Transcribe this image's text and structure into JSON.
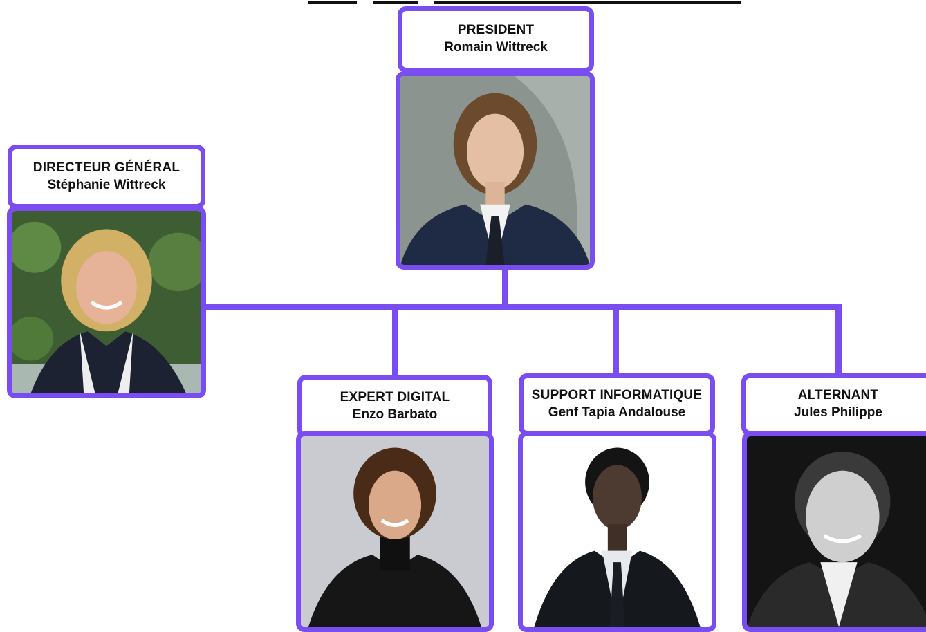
{
  "colors": {
    "accent": "#7a4df0",
    "text": "#111111"
  },
  "president": {
    "role": "PRESIDENT",
    "name": "Romain Wittreck"
  },
  "general_director": {
    "role": "DIRECTEUR GÉNÉRAL",
    "name": "Stéphanie Wittreck"
  },
  "team": [
    {
      "role": "EXPERT DIGITAL",
      "name": "Enzo Barbato"
    },
    {
      "role": "SUPPORT INFORMATIQUE",
      "name": "Genf Tapia Andalouse"
    },
    {
      "role": "ALTERNANT",
      "name": "Jules Philippe"
    }
  ],
  "icons": {
    "portrait": "portrait-photo-icon"
  }
}
